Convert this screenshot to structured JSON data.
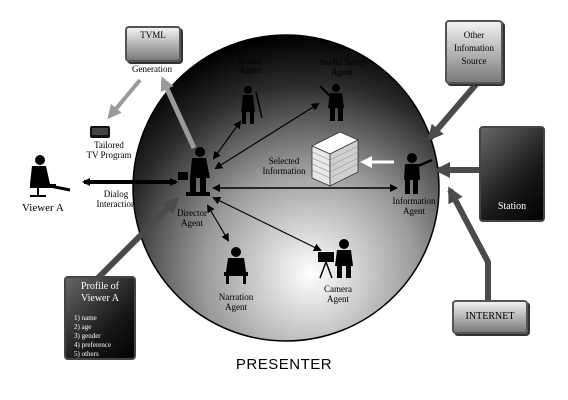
{
  "boxes": {
    "tvml": "TVML",
    "other_source": [
      "Other",
      "Infomation",
      "Source"
    ],
    "station": "Station",
    "internet": "INTERNET",
    "profile_title": [
      "Profile of",
      "Viewer A"
    ],
    "profile_items": [
      "1) name",
      "2) age",
      "3) gender",
      "4) preference",
      "5) others"
    ]
  },
  "labels": {
    "generation": "Generation",
    "sound_agent": "Sound Agent",
    "studio_setup": [
      "Studio Setup",
      "Agent"
    ],
    "tailored": [
      "Tailored",
      "TV Program"
    ],
    "selected_info": [
      "Selected",
      "Information"
    ],
    "dialog": [
      "Dialog",
      "Interaction"
    ],
    "director": [
      "Director",
      "Agent"
    ],
    "information_agent": [
      "Information",
      "Agent"
    ],
    "narration": [
      "Narration",
      "Agent"
    ],
    "camera": [
      "Camera",
      "Agent"
    ],
    "viewer": "Viewer A",
    "presenter": "PRESENTER"
  }
}
